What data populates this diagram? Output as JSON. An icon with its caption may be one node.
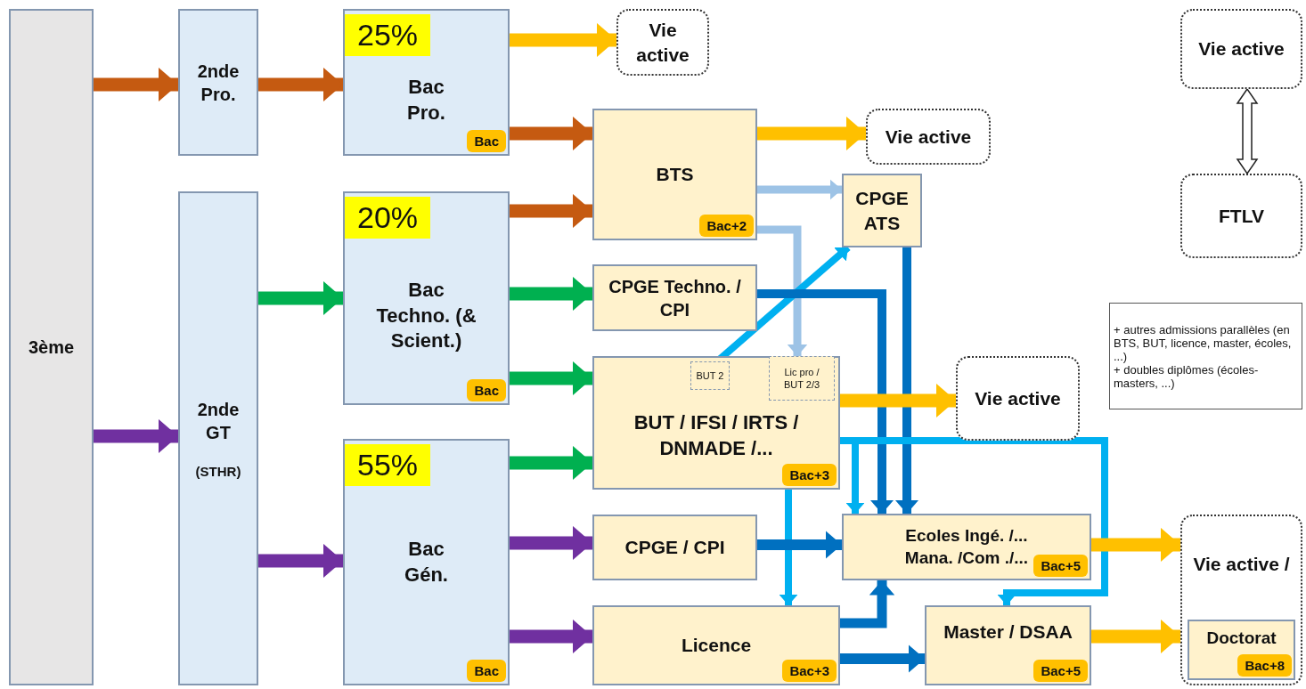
{
  "diagram": {
    "nodes": [
      {
        "text": [
          "3ème"
        ]
      },
      {
        "text": [
          "2nde Pro."
        ]
      },
      {
        "text": [
          "2nde GT",
          "(STHR)"
        ]
      },
      {
        "text": [
          "25%",
          "Bac Pro.",
          "Bac"
        ]
      },
      {
        "text": [
          "20%",
          "Bac Techno. (& Scient.)",
          "Bac"
        ]
      },
      {
        "text": [
          "55%",
          "Bac Gén.",
          "Bac"
        ]
      },
      {
        "text": [
          "Vie active"
        ]
      },
      {
        "text": [
          "BTS",
          "Bac+2"
        ]
      },
      {
        "text": [
          "Vie active"
        ]
      },
      {
        "text": [
          "CPGE ATS"
        ]
      },
      {
        "text": [
          "CPGE Techno. / CPI"
        ]
      },
      {
        "text": [
          "BUT / IFSI / IRTS / DNMADE /...",
          "Bac+3"
        ]
      },
      {
        "text": [
          "BUT 2"
        ],
        "in": 11
      },
      {
        "text": [
          "Lic pro / BUT 2/3"
        ],
        "in": 11
      },
      {
        "text": [
          "Vie active"
        ]
      },
      {
        "text": [
          "CPGE / CPI"
        ]
      },
      {
        "text": [
          "Ecoles Ingé. /... Mana. /Com ./...",
          "Bac+5"
        ]
      },
      {
        "text": [
          "Licence",
          "Bac+3"
        ]
      },
      {
        "text": [
          "Master / DSAA",
          "Bac+5"
        ]
      },
      {
        "text": [
          "Vie active /"
        ]
      },
      {
        "text": [
          "Doctorat",
          "Bac+8"
        ],
        "in": 19
      },
      {
        "text": [
          "Vie active"
        ]
      },
      {
        "text": [
          "FTLV"
        ]
      },
      {
        "text": [
          "+ autres admissions parallèles (en BTS, BUT, licence, master, écoles, ...)",
          "+ doubles diplômes (écoles-masters, ...)"
        ]
      }
    ],
    "edges": [
      {
        "from": 0,
        "to": 1,
        "arrow": "to",
        "color": "#c55a11"
      },
      {
        "from": 1,
        "to": 3,
        "arrow": "to",
        "color": "#c55a11"
      },
      {
        "from": 3,
        "to": 6,
        "arrow": "to",
        "color": "#ffc000"
      },
      {
        "from": 3,
        "to": 7,
        "arrow": "to",
        "color": "#c55a11"
      },
      {
        "from": 7,
        "to": 8,
        "arrow": "to",
        "color": "#ffc000"
      },
      {
        "from": 4,
        "to": 7,
        "arrow": "to",
        "color": "#c55a11"
      },
      {
        "from": 7,
        "to": 9,
        "arrow": "to",
        "color": "#9dc3e6"
      },
      {
        "from": 7,
        "to": 11,
        "arrow": "to",
        "color": "#9dc3e6"
      },
      {
        "from": 12,
        "to": 9,
        "arrow": "to",
        "color": "#00b0f0"
      },
      {
        "from": 10,
        "to": 16,
        "arrow": "to",
        "color": "#0070c0"
      },
      {
        "from": 9,
        "to": 16,
        "arrow": "to",
        "color": "#0070c0"
      },
      {
        "from": 4,
        "to": 10,
        "arrow": "to",
        "color": "#00b050"
      },
      {
        "from": 4,
        "to": 11,
        "arrow": "to",
        "color": "#00b050"
      },
      {
        "from": 2,
        "to": 4,
        "arrow": "to",
        "color": "#00b050"
      },
      {
        "from": 11,
        "to": 14,
        "arrow": "to",
        "color": "#ffc000"
      },
      {
        "from": 5,
        "to": 11,
        "arrow": "to",
        "color": "#00b050"
      },
      {
        "from": 0,
        "to": 2,
        "arrow": "to",
        "color": "#7030a0"
      },
      {
        "from": 2,
        "to": 5,
        "arrow": "to",
        "color": "#7030a0"
      },
      {
        "from": 5,
        "to": 15,
        "arrow": "to",
        "color": "#7030a0"
      },
      {
        "from": 5,
        "to": 17,
        "arrow": "to",
        "color": "#7030a0"
      },
      {
        "from": 11,
        "to": 16,
        "arrow": "to",
        "color": "#00b0f0"
      },
      {
        "from": 11,
        "to": 18,
        "arrow": "to",
        "color": "#00b0f0"
      },
      {
        "from": 11,
        "to": 17,
        "arrow": "to",
        "color": "#00b0f0"
      },
      {
        "from": 15,
        "to": 16,
        "arrow": "to",
        "color": "#0070c0"
      },
      {
        "from": 17,
        "to": 16,
        "arrow": "to",
        "color": "#0070c0"
      },
      {
        "from": 17,
        "to": 18,
        "arrow": "to",
        "color": "#0070c0"
      },
      {
        "from": 16,
        "to": 19,
        "arrow": "to",
        "color": "#ffc000"
      },
      {
        "from": 18,
        "to": 19,
        "arrow": "to",
        "color": "#ffc000"
      },
      {
        "from": 21,
        "to": 22,
        "arrow": "both",
        "color": "#ffffff"
      }
    ]
  }
}
